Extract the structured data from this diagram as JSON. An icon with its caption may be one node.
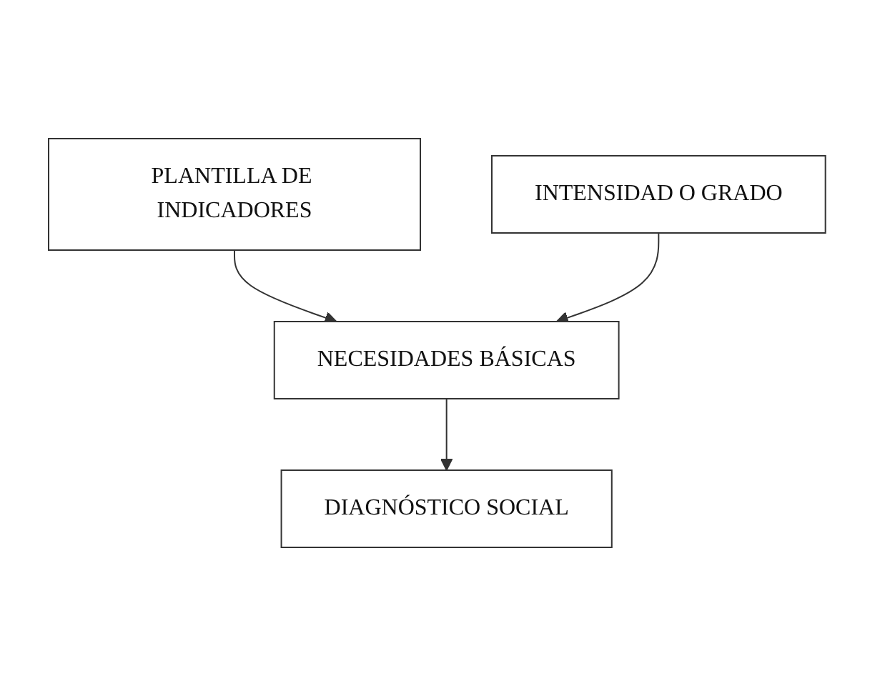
{
  "diagram": {
    "nodes": [
      {
        "text": [
          "PLANTILLA DE INDICADORES"
        ]
      },
      {
        "text": [
          "NECESIDADES BÁSICAS"
        ]
      },
      {
        "text": [
          "DIAGNÓSTICO SOCIAL"
        ]
      },
      {
        "text": [
          "INTENSIDAD O GRADO"
        ]
      }
    ],
    "edges": [
      {
        "from": 0,
        "to": 1,
        "arrow": "to"
      },
      {
        "from": 3,
        "to": 1,
        "arrow": "to"
      },
      {
        "from": 1,
        "to": 2,
        "arrow": "to"
      }
    ]
  }
}
